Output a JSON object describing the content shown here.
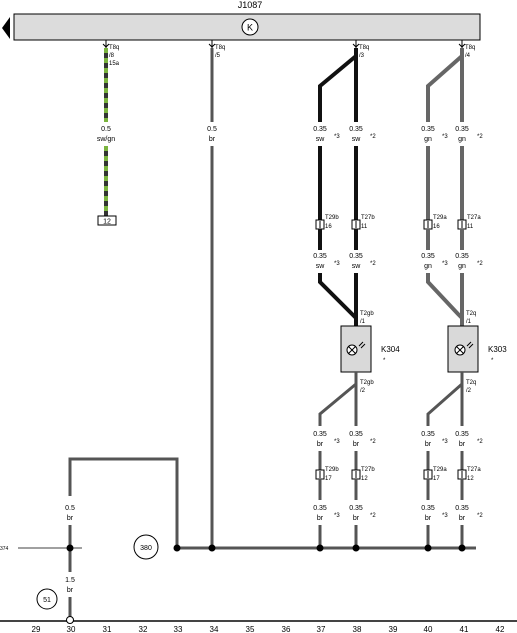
{
  "component": {
    "id": "J1087",
    "symbol": "K"
  },
  "pin_labels": [
    {
      "text": "T8q",
      "text2": "/8",
      "text3": "15a"
    },
    {
      "text": "T8q",
      "text2": "/5"
    },
    {
      "text": "T8q",
      "text2": "/3"
    },
    {
      "text": "T8q",
      "text2": "/4"
    }
  ],
  "wires": {
    "w1": {
      "size": "0.5",
      "color": "sw/gn"
    },
    "w2": {
      "size": "0.5",
      "color": "br"
    },
    "w3a": {
      "size": "0.35",
      "color": "sw",
      "note": "*3"
    },
    "w3b": {
      "size": "0.35",
      "color": "sw",
      "note": "*2"
    },
    "w4a": {
      "size": "0.35",
      "color": "gn",
      "note": "*3"
    },
    "w4b": {
      "size": "0.35",
      "color": "gn",
      "note": "*2"
    },
    "w5a": {
      "size": "0.35",
      "color": "sw",
      "note": "*3"
    },
    "w5b": {
      "size": "0.35",
      "color": "sw",
      "note": "*2"
    },
    "w6a": {
      "size": "0.35",
      "color": "gn",
      "note": "*3"
    },
    "w6b": {
      "size": "0.35",
      "color": "gn",
      "note": "*2"
    },
    "w7a": {
      "size": "0.35",
      "color": "br",
      "note": "*3"
    },
    "w7b": {
      "size": "0.35",
      "color": "br",
      "note": "*2"
    },
    "w8a": {
      "size": "0.35",
      "color": "br",
      "note": "*3"
    },
    "w8b": {
      "size": "0.35",
      "color": "br",
      "note": "*2"
    },
    "w9a": {
      "size": "0.35",
      "color": "br",
      "note": "*3"
    },
    "w9b": {
      "size": "0.35",
      "color": "br",
      "note": "*2"
    },
    "w10a": {
      "size": "0.35",
      "color": "br",
      "note": "*3"
    },
    "w10b": {
      "size": "0.35",
      "color": "br",
      "note": "*2"
    },
    "w11": {
      "size": "0.5",
      "color": "br"
    },
    "w12": {
      "size": "1.5",
      "color": "br"
    }
  },
  "connectors": {
    "c1": {
      "name": "T29b",
      "pin": "16"
    },
    "c2": {
      "name": "T27b",
      "pin": "11"
    },
    "c3": {
      "name": "T29a",
      "pin": "16"
    },
    "c4": {
      "name": "T27a",
      "pin": "11"
    },
    "c5": {
      "name": "T29b",
      "pin": "17"
    },
    "c6": {
      "name": "T27b",
      "pin": "12"
    },
    "c7": {
      "name": "T29a",
      "pin": "17"
    },
    "c8": {
      "name": "T27a",
      "pin": "12"
    }
  },
  "bulb_pins": {
    "k304_top": {
      "name": "T2gb",
      "pin": "/1"
    },
    "k304_bottom": {
      "name": "T2gb",
      "pin": "/2"
    },
    "k303_top": {
      "name": "T2q",
      "pin": "/1"
    },
    "k303_bottom": {
      "name": "T2q",
      "pin": "/2"
    }
  },
  "bulbs": {
    "k304": {
      "id": "K304",
      "note": "*"
    },
    "k303": {
      "id": "K303",
      "note": "*"
    }
  },
  "terminal_box": "12",
  "ground_points": {
    "g380": "380",
    "g51": "51",
    "ref_left": "374"
  },
  "grid_numbers": [
    "29",
    "30",
    "31",
    "32",
    "33",
    "34",
    "35",
    "36",
    "37",
    "38",
    "39",
    "40",
    "41",
    "42"
  ]
}
